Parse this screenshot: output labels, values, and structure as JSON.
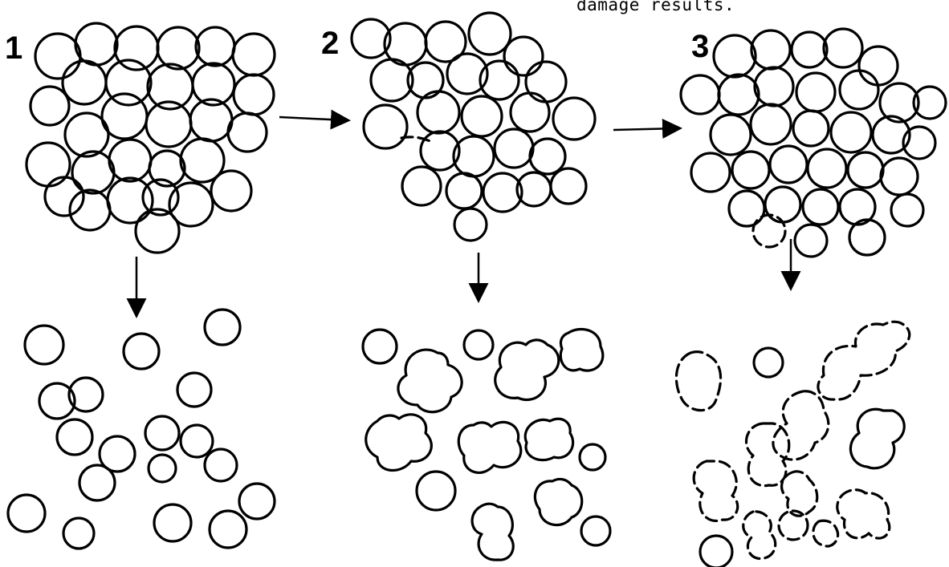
{
  "caption": "damage results.",
  "panels": [
    {
      "number": "1",
      "state": "intact"
    },
    {
      "number": "2",
      "state": "partially damaged"
    },
    {
      "number": "3",
      "state": "damaged"
    }
  ],
  "colors": {
    "ink": "#000000",
    "background": "#ffffff"
  }
}
